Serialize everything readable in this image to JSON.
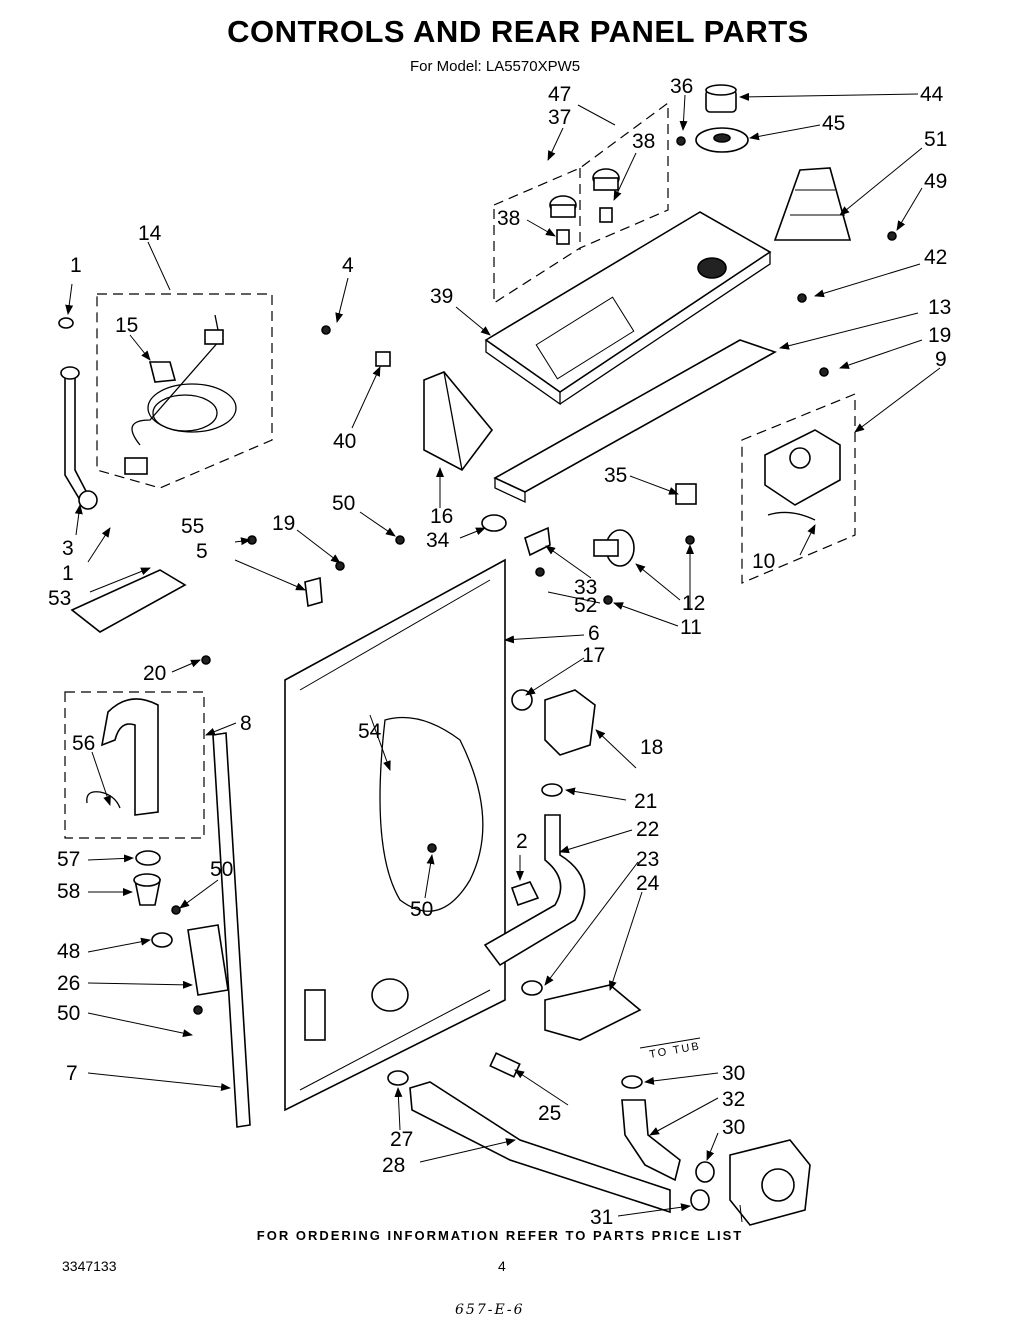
{
  "title": "CONTROLS AND REAR PANEL PARTS",
  "subtitle": "For Model: LA5570XPW5",
  "footer_note": "FOR ORDERING INFORMATION REFER TO PARTS PRICE LIST",
  "doc_number": "3347133",
  "page_number": "4",
  "handwritten_note": "657-E-6",
  "to_tub_label": "TO TUB",
  "callouts": [
    "1",
    "1",
    "2",
    "3",
    "4",
    "5",
    "6",
    "7",
    "8",
    "9",
    "10",
    "11",
    "12",
    "13",
    "14",
    "15",
    "16",
    "17",
    "18",
    "19",
    "19",
    "20",
    "21",
    "22",
    "23",
    "24",
    "25",
    "26",
    "27",
    "28",
    "30",
    "30",
    "31",
    "32",
    "33",
    "34",
    "35",
    "36",
    "37",
    "38",
    "38",
    "39",
    "40",
    "42",
    "44",
    "45",
    "47",
    "48",
    "49",
    "50",
    "50",
    "50",
    "50",
    "51",
    "52",
    "53",
    "54",
    "55",
    "56",
    "57",
    "58"
  ]
}
